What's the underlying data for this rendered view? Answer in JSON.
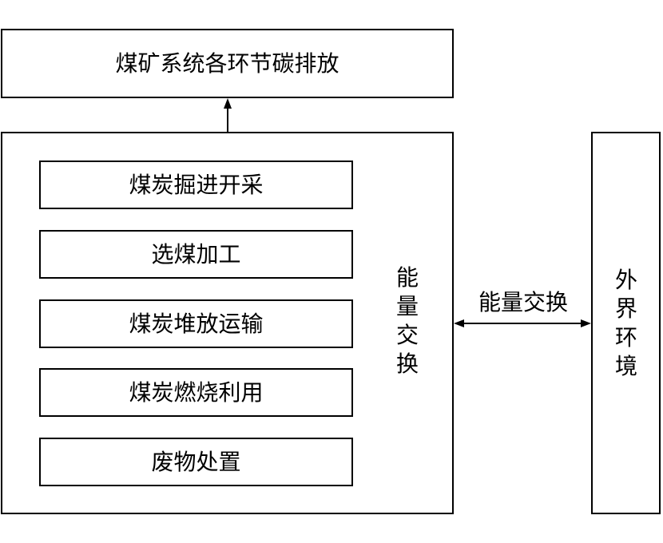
{
  "top_box": {
    "label": "煤矿系统各环节碳排放"
  },
  "process_items": [
    {
      "label": "煤炭掘进开采"
    },
    {
      "label": "选煤加工"
    },
    {
      "label": "煤炭堆放运输"
    },
    {
      "label": "煤炭燃烧利用"
    },
    {
      "label": "废物处置"
    }
  ],
  "main_box": {
    "side_label": "能\n量\n交\n换"
  },
  "exchange_label": "能量交换",
  "outer_box": {
    "label": "外\n界\n环\n境"
  }
}
